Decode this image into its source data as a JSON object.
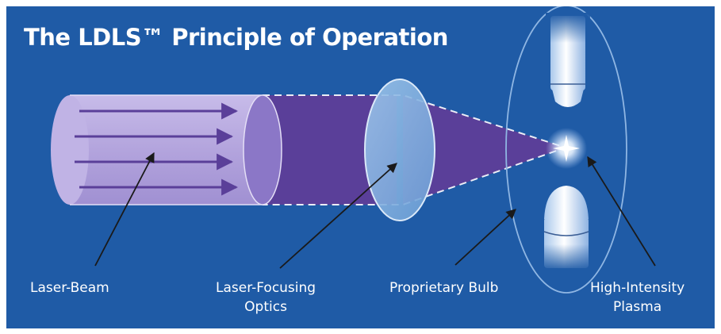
{
  "title": "The LDLS™ Principle of Operation",
  "labels": {
    "laser_beam": "Laser-Beam",
    "focusing_line1": "Laser-Focusing",
    "focusing_line2": "Optics",
    "bulb": "Proprietary Bulb",
    "plasma_line1": "High-Intensity",
    "plasma_line2": "Plasma"
  },
  "colors": {
    "background": "#1f5ba6",
    "cylinder": "#b7a9df",
    "beam": "#5a3f99",
    "lens": "#7fb0de",
    "text": "#ffffff"
  }
}
